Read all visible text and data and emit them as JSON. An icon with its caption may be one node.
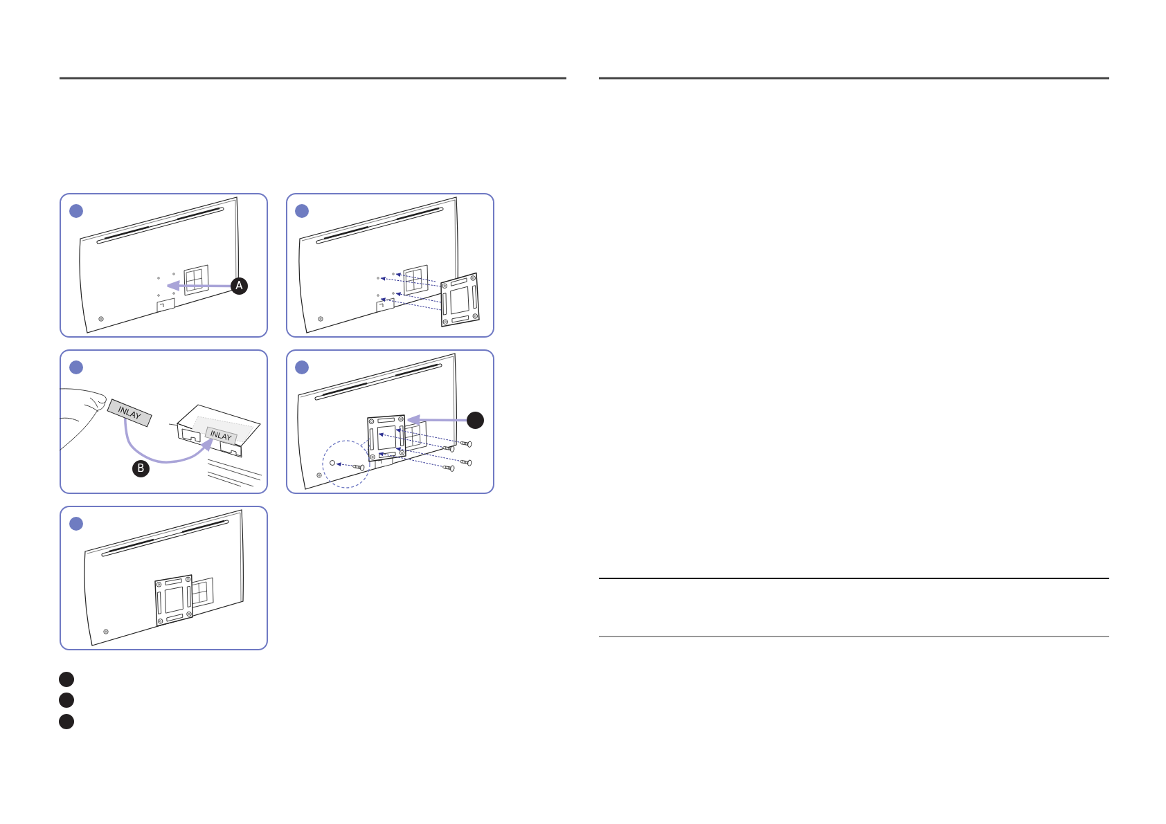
{
  "diagram": {
    "nodes": [
      {
        "text": [],
        "shape": "box"
      },
      {
        "text": [],
        "shape": "circle",
        "in": 0
      },
      {
        "text": [
          "A"
        ],
        "in": 0
      },
      {
        "text": [],
        "shape": "box"
      },
      {
        "text": [],
        "shape": "circle",
        "in": 3
      },
      {
        "text": [],
        "shape": "box"
      },
      {
        "text": [],
        "shape": "circle",
        "in": 5
      },
      {
        "text": [
          "INLAY"
        ],
        "in": 5
      },
      {
        "text": [
          "INLAY"
        ],
        "in": 5
      },
      {
        "text": [
          "B"
        ],
        "in": 5
      },
      {
        "text": [],
        "shape": "box"
      },
      {
        "text": [],
        "shape": "circle",
        "in": 10
      },
      {
        "text": [],
        "shape": "circle",
        "in": 10
      },
      {
        "text": [],
        "shape": "box"
      },
      {
        "text": [],
        "shape": "circle",
        "in": 13
      },
      {
        "text": [],
        "shape": "circle"
      },
      {
        "text": [],
        "shape": "circle"
      },
      {
        "text": [],
        "shape": "circle"
      }
    ],
    "edges": [
      {
        "from": 2,
        "to": null,
        "arrow": "to"
      },
      {
        "from": 7,
        "to": 8,
        "arrow": "to"
      },
      {
        "from": 12,
        "to": null,
        "arrow": "to"
      }
    ]
  }
}
